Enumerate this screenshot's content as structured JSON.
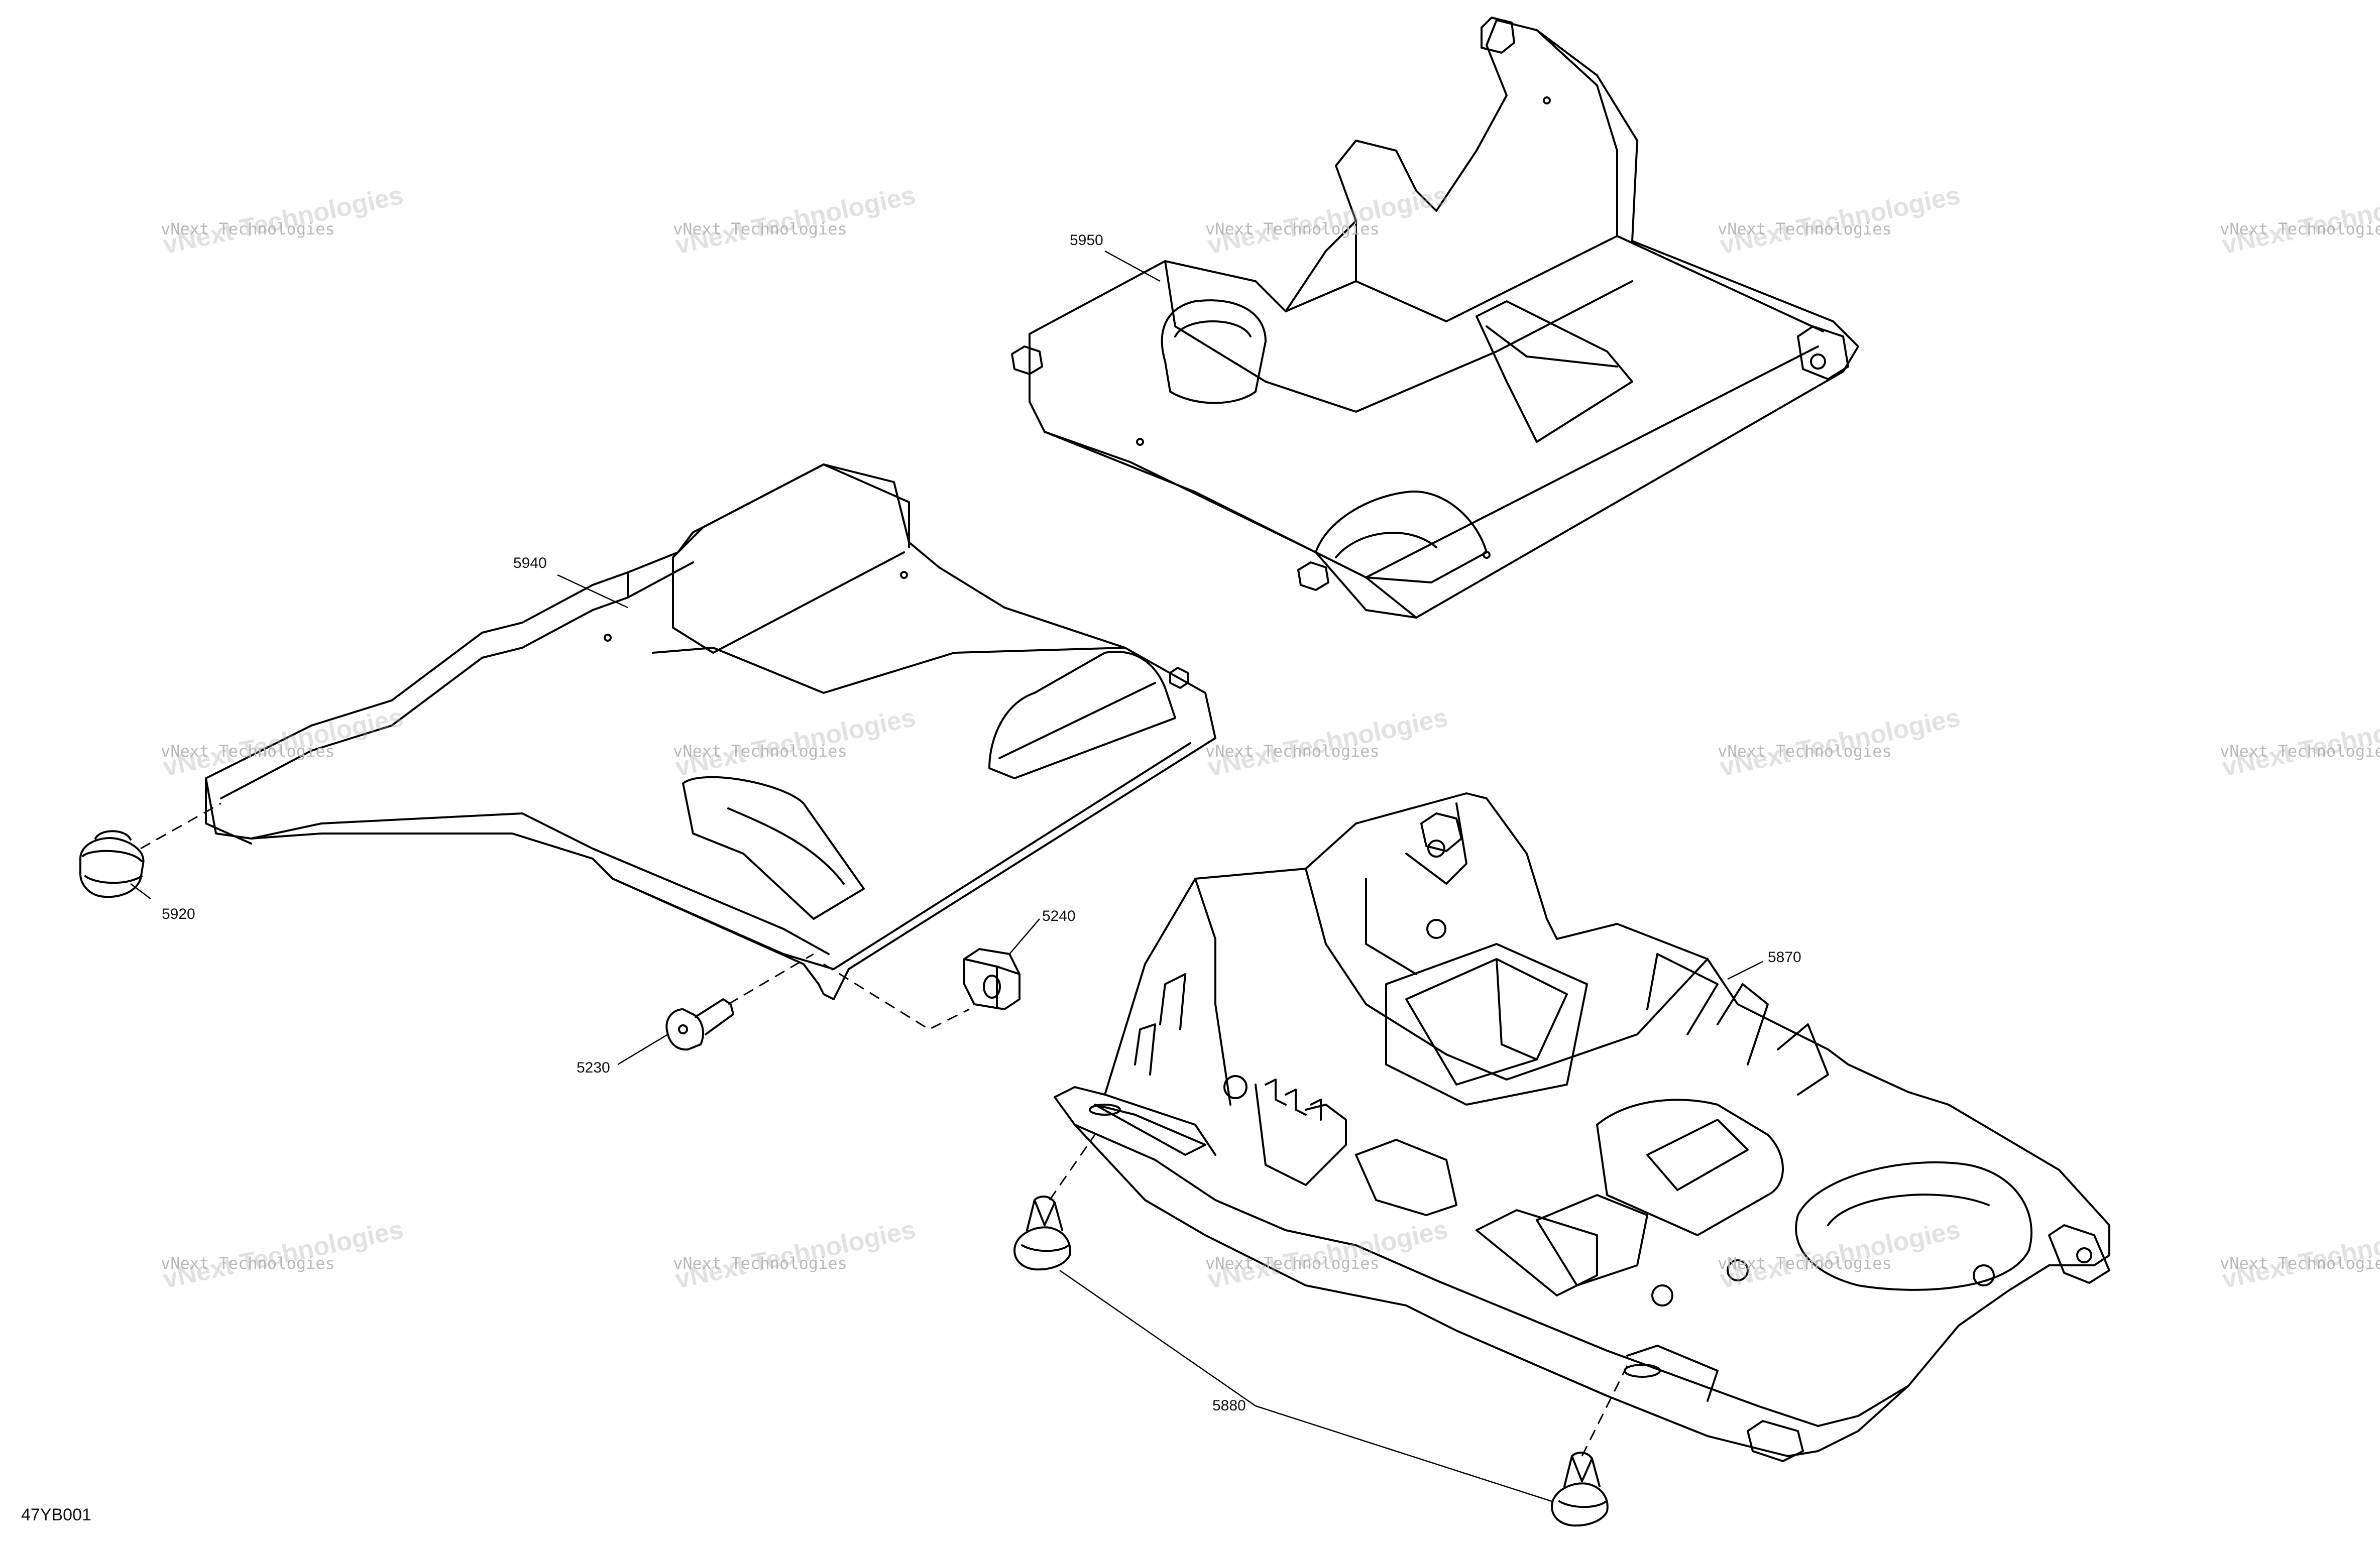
{
  "diagram": {
    "figure_id": "47YB001",
    "watermark": {
      "line1": "vNext Technologies",
      "line2": "vNext Technologies"
    },
    "callouts": [
      {
        "id": "part-5950",
        "label": "5950"
      },
      {
        "id": "part-5940",
        "label": "5940"
      },
      {
        "id": "part-5920",
        "label": "5920"
      },
      {
        "id": "part-5240",
        "label": "5240"
      },
      {
        "id": "part-5230",
        "label": "5230"
      },
      {
        "id": "part-5870",
        "label": "5870"
      },
      {
        "id": "part-5880",
        "label": "5880"
      }
    ],
    "colors": {
      "line": "#000000",
      "background": "#ffffff",
      "watermark": "#c9c9c9"
    }
  }
}
